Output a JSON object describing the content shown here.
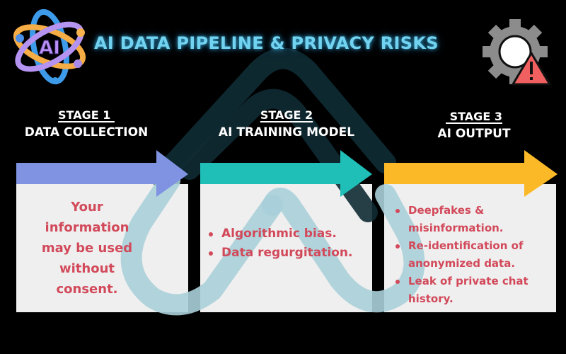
{
  "header": {
    "title": "AI DATA PIPELINE & PRIVACY RISKS",
    "logo_icon": "ai-atom-icon",
    "logo_text": "AI",
    "alert_icon": "gear-warning-icon"
  },
  "colors": {
    "background": "#000000",
    "title": "#72d3f0",
    "card_bg": "#efefef",
    "risk_text": "#d2495a",
    "stage1_arrow": "#7f93e2",
    "stage2_arrow": "#1fbfb8",
    "stage3_arrow": "#fbb928",
    "watermark": "#9cc9d6",
    "gear": "#8c8c8c",
    "warning": "#f06060"
  },
  "stages": [
    {
      "number_label": "STAGE 1 ",
      "name": "DATA COLLECTION",
      "description": "Your information may be used without consent.",
      "description_lines": [
        "Your",
        "information",
        "may be used",
        "without",
        "consent."
      ]
    },
    {
      "number_label": "STAGE 2",
      "name": "AI TRAINING MODEL",
      "risks": [
        "Algorithmic bias.",
        "Data regurgitation."
      ]
    },
    {
      "number_label": " STAGE 3",
      "name": "AI OUTPUT",
      "risks": [
        "Deepfakes & misinformation.",
        "Re-identification of anonymized data.",
        "Leak of private chat history."
      ]
    }
  ]
}
